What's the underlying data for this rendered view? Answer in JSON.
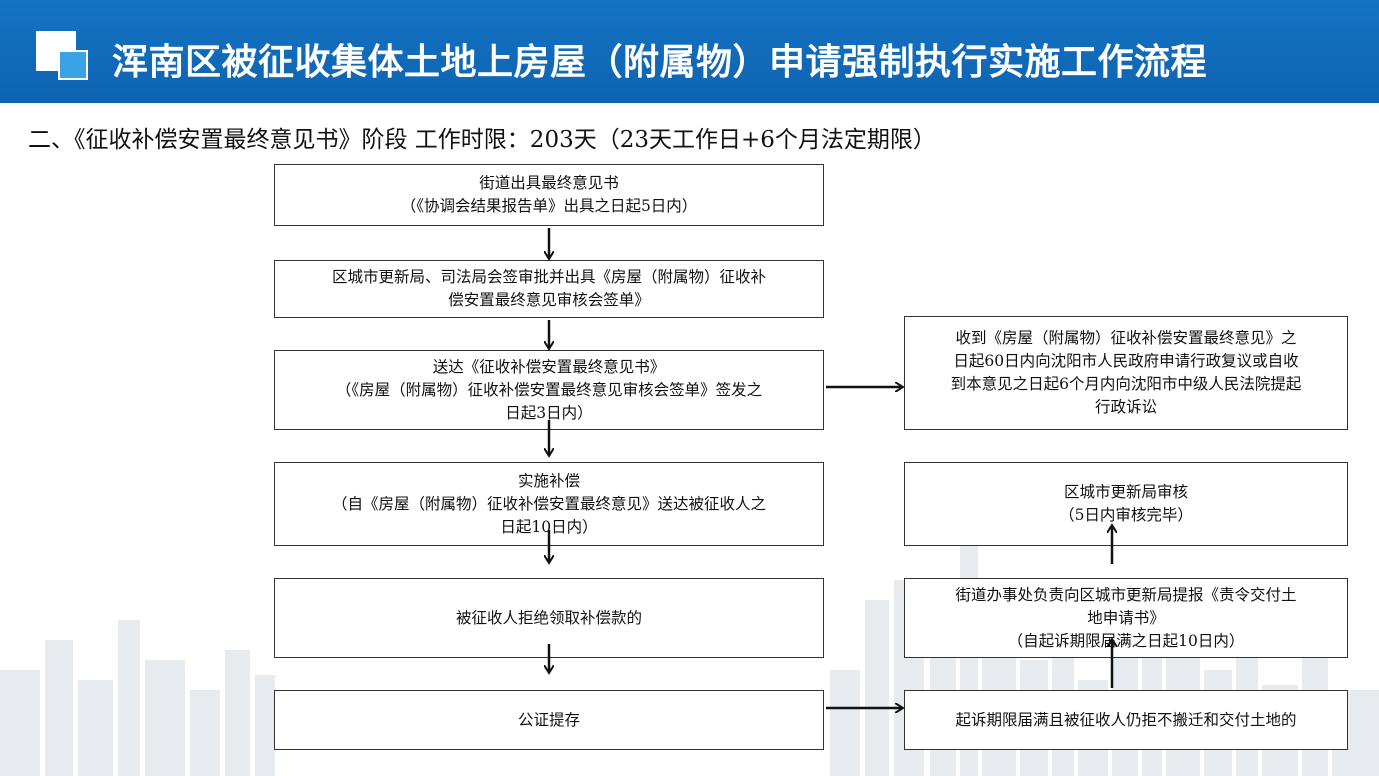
{
  "header": {
    "title": "浑南区被征收集体土地上房屋（附属物）申请强制执行实施工作流程"
  },
  "subtitle": "二、《征收补偿安置最终意见书》阶段    工作时限：203天（23天工作日+6个月法定期限）",
  "flow": {
    "box1": [
      "街道出具最终意见书",
      "（《协调会结果报告单》出具之日起5日内）"
    ],
    "box2": [
      "区城市更新局、司法局会签审批并出具《房屋（附属物）征收补",
      "偿安置最终意见审核会签单》"
    ],
    "box3": [
      "送达《征收补偿安置最终意见书》",
      "（《房屋（附属物）征收补偿安置最终意见审核会签单》签发之",
      "日起3日内）"
    ],
    "box4": [
      "实施补偿",
      "（自《房屋（附属物）征收补偿安置最终意见》送达被征收人之",
      "日起10日内）"
    ],
    "box5": [
      "被征收人拒绝领取补偿款的"
    ],
    "box6": [
      "公证提存"
    ],
    "box7": [
      "收到《房屋（附属物）征收补偿安置最终意见》之",
      "日起60日内向沈阳市人民政府申请行政复议或自收",
      "到本意见之日起6个月内向沈阳市中级人民法院提起",
      "行政诉讼"
    ],
    "box8": [
      "区城市更新局审核",
      "（5日内审核完毕）"
    ],
    "box9": [
      "街道办事处负责向区城市更新局提报《责令交付土",
      "地申请书》",
      "（自起诉期限届满之日起10日内）"
    ],
    "box10": [
      "起诉期限届满且被征收人仍拒不搬迁和交付土地的"
    ]
  },
  "colors": {
    "header_bg": "#1573c4",
    "logo_accent": "#3aa3e6",
    "border": "#333333"
  }
}
